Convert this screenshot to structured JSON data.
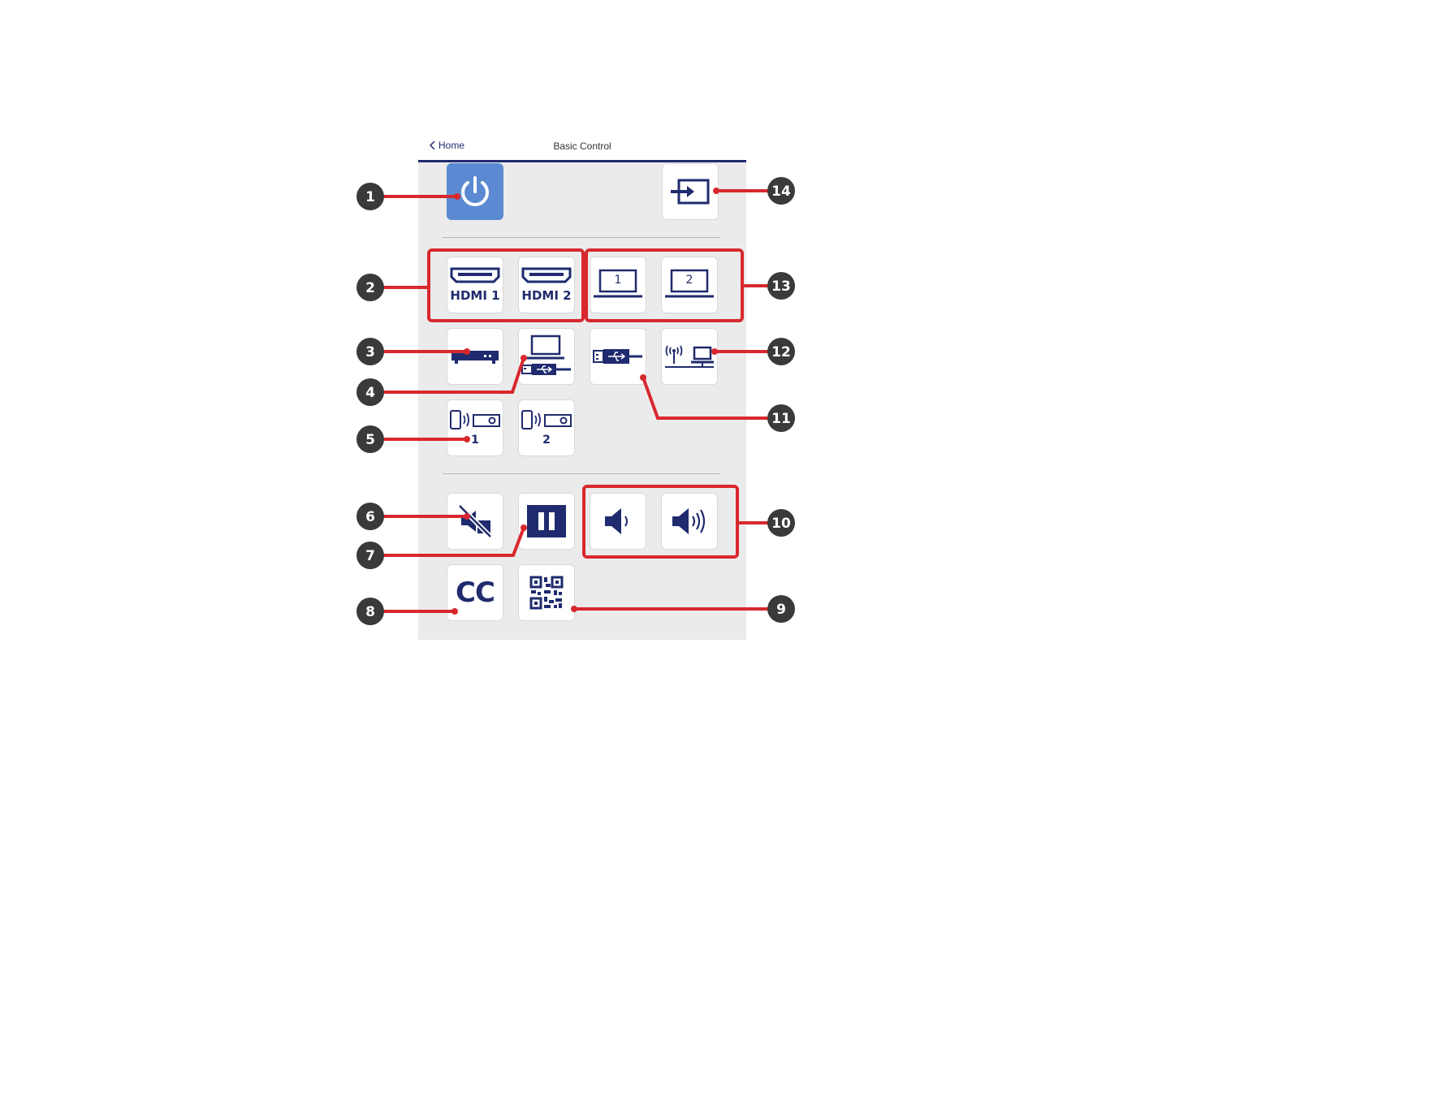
{
  "header": {
    "back_label": "Home",
    "title": "Basic Control"
  },
  "tiles": {
    "hdmi1_label": "HDMI 1",
    "hdmi2_label": "HDMI 2",
    "screen_mirroring_1": "1",
    "screen_mirroring_2": "2",
    "network_1": "1",
    "network_2": "2",
    "cc_label": "CC"
  },
  "callouts": [
    "1",
    "2",
    "3",
    "4",
    "5",
    "6",
    "7",
    "8",
    "9",
    "10",
    "11",
    "12",
    "13",
    "14"
  ],
  "colors": {
    "accent_navy": "#1f2b6e",
    "power_blue": "#5b8ad3",
    "callout_red": "#d8282e",
    "callout_grey": "#3a3a3a"
  }
}
